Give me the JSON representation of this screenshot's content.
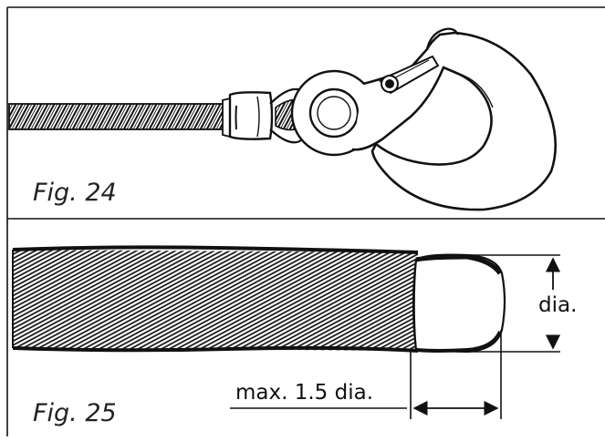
{
  "fig24": {
    "label": "Fig. 24"
  },
  "fig25": {
    "label": "Fig. 25",
    "diameter_label": "dia.",
    "tail_length_label": "max. 1.5 dia."
  },
  "colors": {
    "ink": "#111111",
    "background": "#ffffff"
  },
  "icons": [
    "wire-rope",
    "ferrule",
    "thimble",
    "hook",
    "safety-latch"
  ]
}
